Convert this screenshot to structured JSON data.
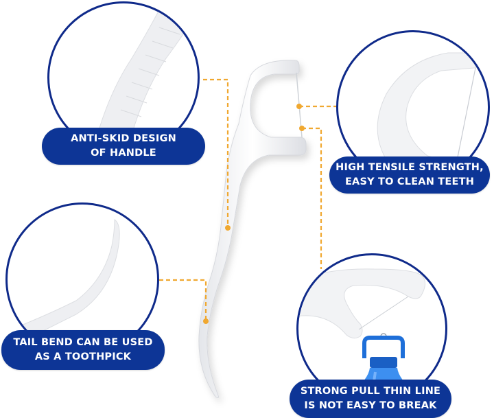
{
  "features": [
    {
      "id": "anti-skid",
      "lines": [
        "ANTI-SKID DESIGN",
        "OF HANDLE"
      ]
    },
    {
      "id": "tensile",
      "lines": [
        "HIGH TENSILE STRENGTH,",
        "EASY TO CLEAN TEETH"
      ]
    },
    {
      "id": "tail-bend",
      "lines": [
        "TAIL BEND CAN BE USED",
        "AS A TOOTHPICK"
      ]
    },
    {
      "id": "strong-pull",
      "lines": [
        "STRONG PULL THIN LINE",
        "IS NOT EASY TO BREAK"
      ]
    }
  ],
  "colors": {
    "badge": "#0d3596",
    "circle_border": "#0f2a8a",
    "connector": "#f0a830",
    "bottle": "#1e6fd9"
  }
}
